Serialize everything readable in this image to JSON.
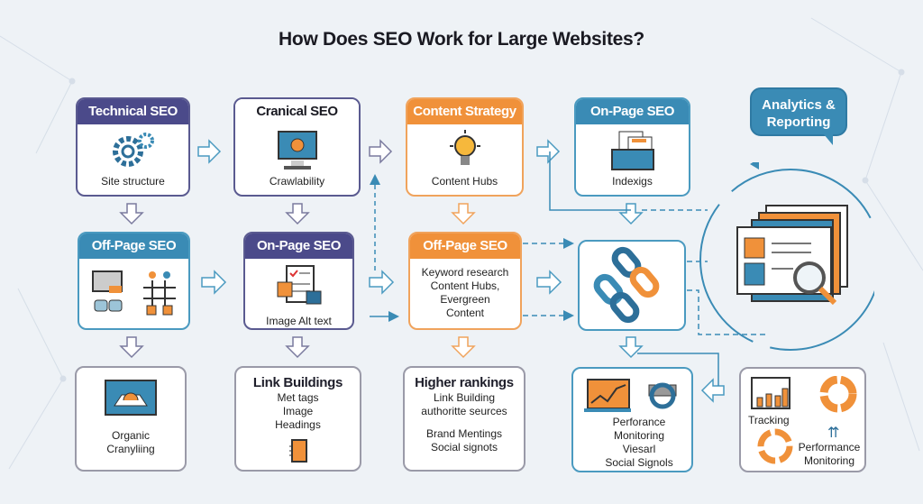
{
  "title": "How Does SEO Work for Large Websites?",
  "colors": {
    "purple": "#4b4a8a",
    "orange": "#f0913a",
    "blue": "#3a8bb5"
  },
  "boxes": {
    "technical": {
      "title": "Technical SEO",
      "text": "Site structure",
      "icon": "gears-icon"
    },
    "cranical": {
      "title": "Cranical SEO",
      "text": "Crawlability",
      "icon": "monitor-icon"
    },
    "content": {
      "title": "Content Strategy",
      "text": "Content Hubs",
      "icon": "lightbulb-icon"
    },
    "onpage_top": {
      "title": "On-Page SEO",
      "text": "Indexigs",
      "icon": "documents-folder-icon"
    },
    "offpage_left": {
      "title": "Off-Page SEO",
      "icon": "network-icon"
    },
    "onpage_mid": {
      "title": "On-Page SEO",
      "text": "Image Alt text",
      "icon": "checklist-icon"
    },
    "offpage_mid": {
      "title": "Off-Page SEO",
      "lines": [
        "Keyword research",
        "Content Hubs,",
        "Evergreen",
        "Content"
      ]
    },
    "links": {
      "icon": "chain-links-icon"
    },
    "organic": {
      "lines": [
        "Organic",
        "Cranyliing"
      ],
      "icon": "browser-icon"
    },
    "linkbuild": {
      "title": "Link Buildings",
      "lines": [
        "Met tags",
        "Image",
        "Headings"
      ],
      "icon": "notebook-icon"
    },
    "higher": {
      "title": "Higher rankings",
      "lines": [
        "Link Building",
        "authoritte seurces",
        "",
        "Brand Mentings",
        "Social signots"
      ]
    },
    "performance": {
      "lines": [
        "Perforance",
        "Monitoring",
        "Viesarl",
        "Social Signols"
      ],
      "icon": "chart-laptop-icon"
    },
    "tracking": {
      "label": "Tracking",
      "lines": [
        "Performance",
        "Monitoring"
      ],
      "icon": "bar-chart-icon"
    }
  },
  "analytics": {
    "line1": "Analytics &",
    "line2": "Reporting",
    "icon": "report-magnifier-icon"
  }
}
